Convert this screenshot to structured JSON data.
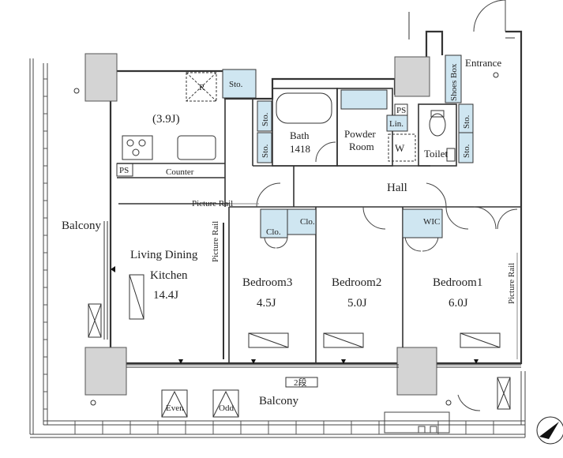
{
  "rooms": {
    "entrance": "Entrance",
    "shoes_box": "Shoes Box",
    "sto_top": "Sto.",
    "sto_bath_1": "Sto.",
    "sto_bath_2": "Sto.",
    "sto_toilet_1": "Sto.",
    "sto_toilet_2": "Sto.",
    "refrigerator": "R",
    "kitchen_size": "(3.9J)",
    "counter": "Counter",
    "ps_kitchen": "PS",
    "ps_hall": "PS",
    "bath": "Bath",
    "bath_size": "1418",
    "powder_room_1": "Powder",
    "powder_room_2": "Room",
    "linen": "Lin.",
    "washer": "W",
    "toilet": "Toilet",
    "hall": "Hall",
    "picture_rail_top": "Picture Rail",
    "picture_rail_left": "Picture Rail",
    "picture_rail_right": "Picture Rail",
    "balcony_left": "Balcony",
    "balcony_bottom": "Balcony",
    "living_1": "Living Dining",
    "living_2": "Kitchen",
    "living_size": "14.4J",
    "clo_1": "Clo.",
    "clo_2": "Clo.",
    "wic": "WIC",
    "bedroom3": "Bedroom3",
    "bedroom3_size": "4.5J",
    "bedroom2": "Bedroom2",
    "bedroom2_size": "5.0J",
    "bedroom1": "Bedroom1",
    "bedroom1_size": "6.0J",
    "even": "Even",
    "odd": "Odd",
    "hatch": "2段"
  },
  "colors": {
    "closet_fill": "#cfe6f1",
    "column_fill": "#d4d4d4",
    "wall": "#333333"
  }
}
